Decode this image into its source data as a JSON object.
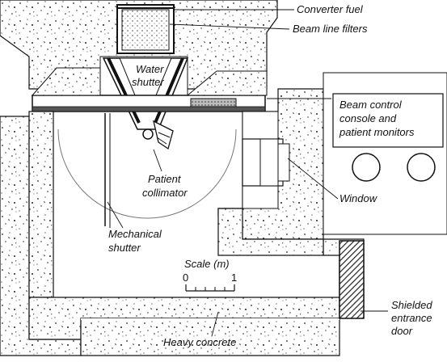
{
  "labels": {
    "converter_fuel": "Converter fuel",
    "beam_line_filters": "Beam line filters",
    "water_shutter_line1": "Water",
    "water_shutter_line2": "shutter",
    "console_line1": "Beam control",
    "console_line2": "console and",
    "console_line3": "patient monitors",
    "window": "Window",
    "patient_collimator_line1": "Patient",
    "patient_collimator_line2": "collimator",
    "mechanical_shutter_line1": "Mechanical",
    "mechanical_shutter_line2": "shutter",
    "scale_title": "Scale (m)",
    "scale_min": "0",
    "scale_max": "1",
    "door_line1": "Shielded",
    "door_line2": "entrance",
    "door_line3": "door",
    "heavy_concrete": "Heavy concrete"
  },
  "colors": {
    "line": "#111111",
    "concrete_fill": "#ffffff",
    "speckle": "#222222",
    "door_hatch": "#222222"
  }
}
